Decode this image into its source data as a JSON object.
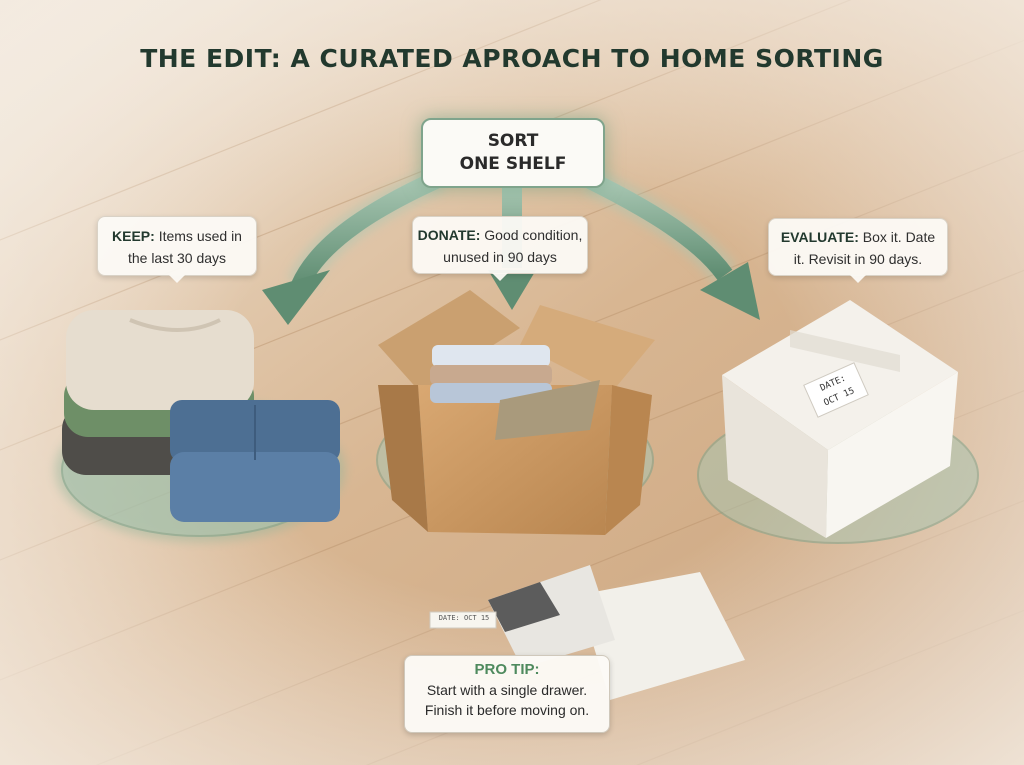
{
  "title": "THE EDIT: A CURATED APROACH TO HOME SORTING",
  "center": {
    "line1": "SORT",
    "line2": "ONE SHELF"
  },
  "keep": {
    "label": "KEEP:",
    "text1": "Items used in",
    "text2": "the last 30 days"
  },
  "donate": {
    "label": "DONATE:",
    "text1": "Good condition,",
    "text2": "unused in 90 days"
  },
  "evaluate": {
    "label": "EVALUATE:",
    "text1": "Box it. Date",
    "text2": "it. Revisit in 90 days."
  },
  "box_label": {
    "line1": "DATE:",
    "line2": "OCT 15"
  },
  "label_tape": "DATE: OCT 15",
  "tip": {
    "title": "PRO TIP:",
    "line1": "Start with a single drawer.",
    "line2": "Finish it before moving on."
  },
  "colors": {
    "accent_green": "#6f9a7f",
    "title_dark": "#22392e",
    "tip_green": "#4e8a5e",
    "floor": "#d9b894"
  }
}
